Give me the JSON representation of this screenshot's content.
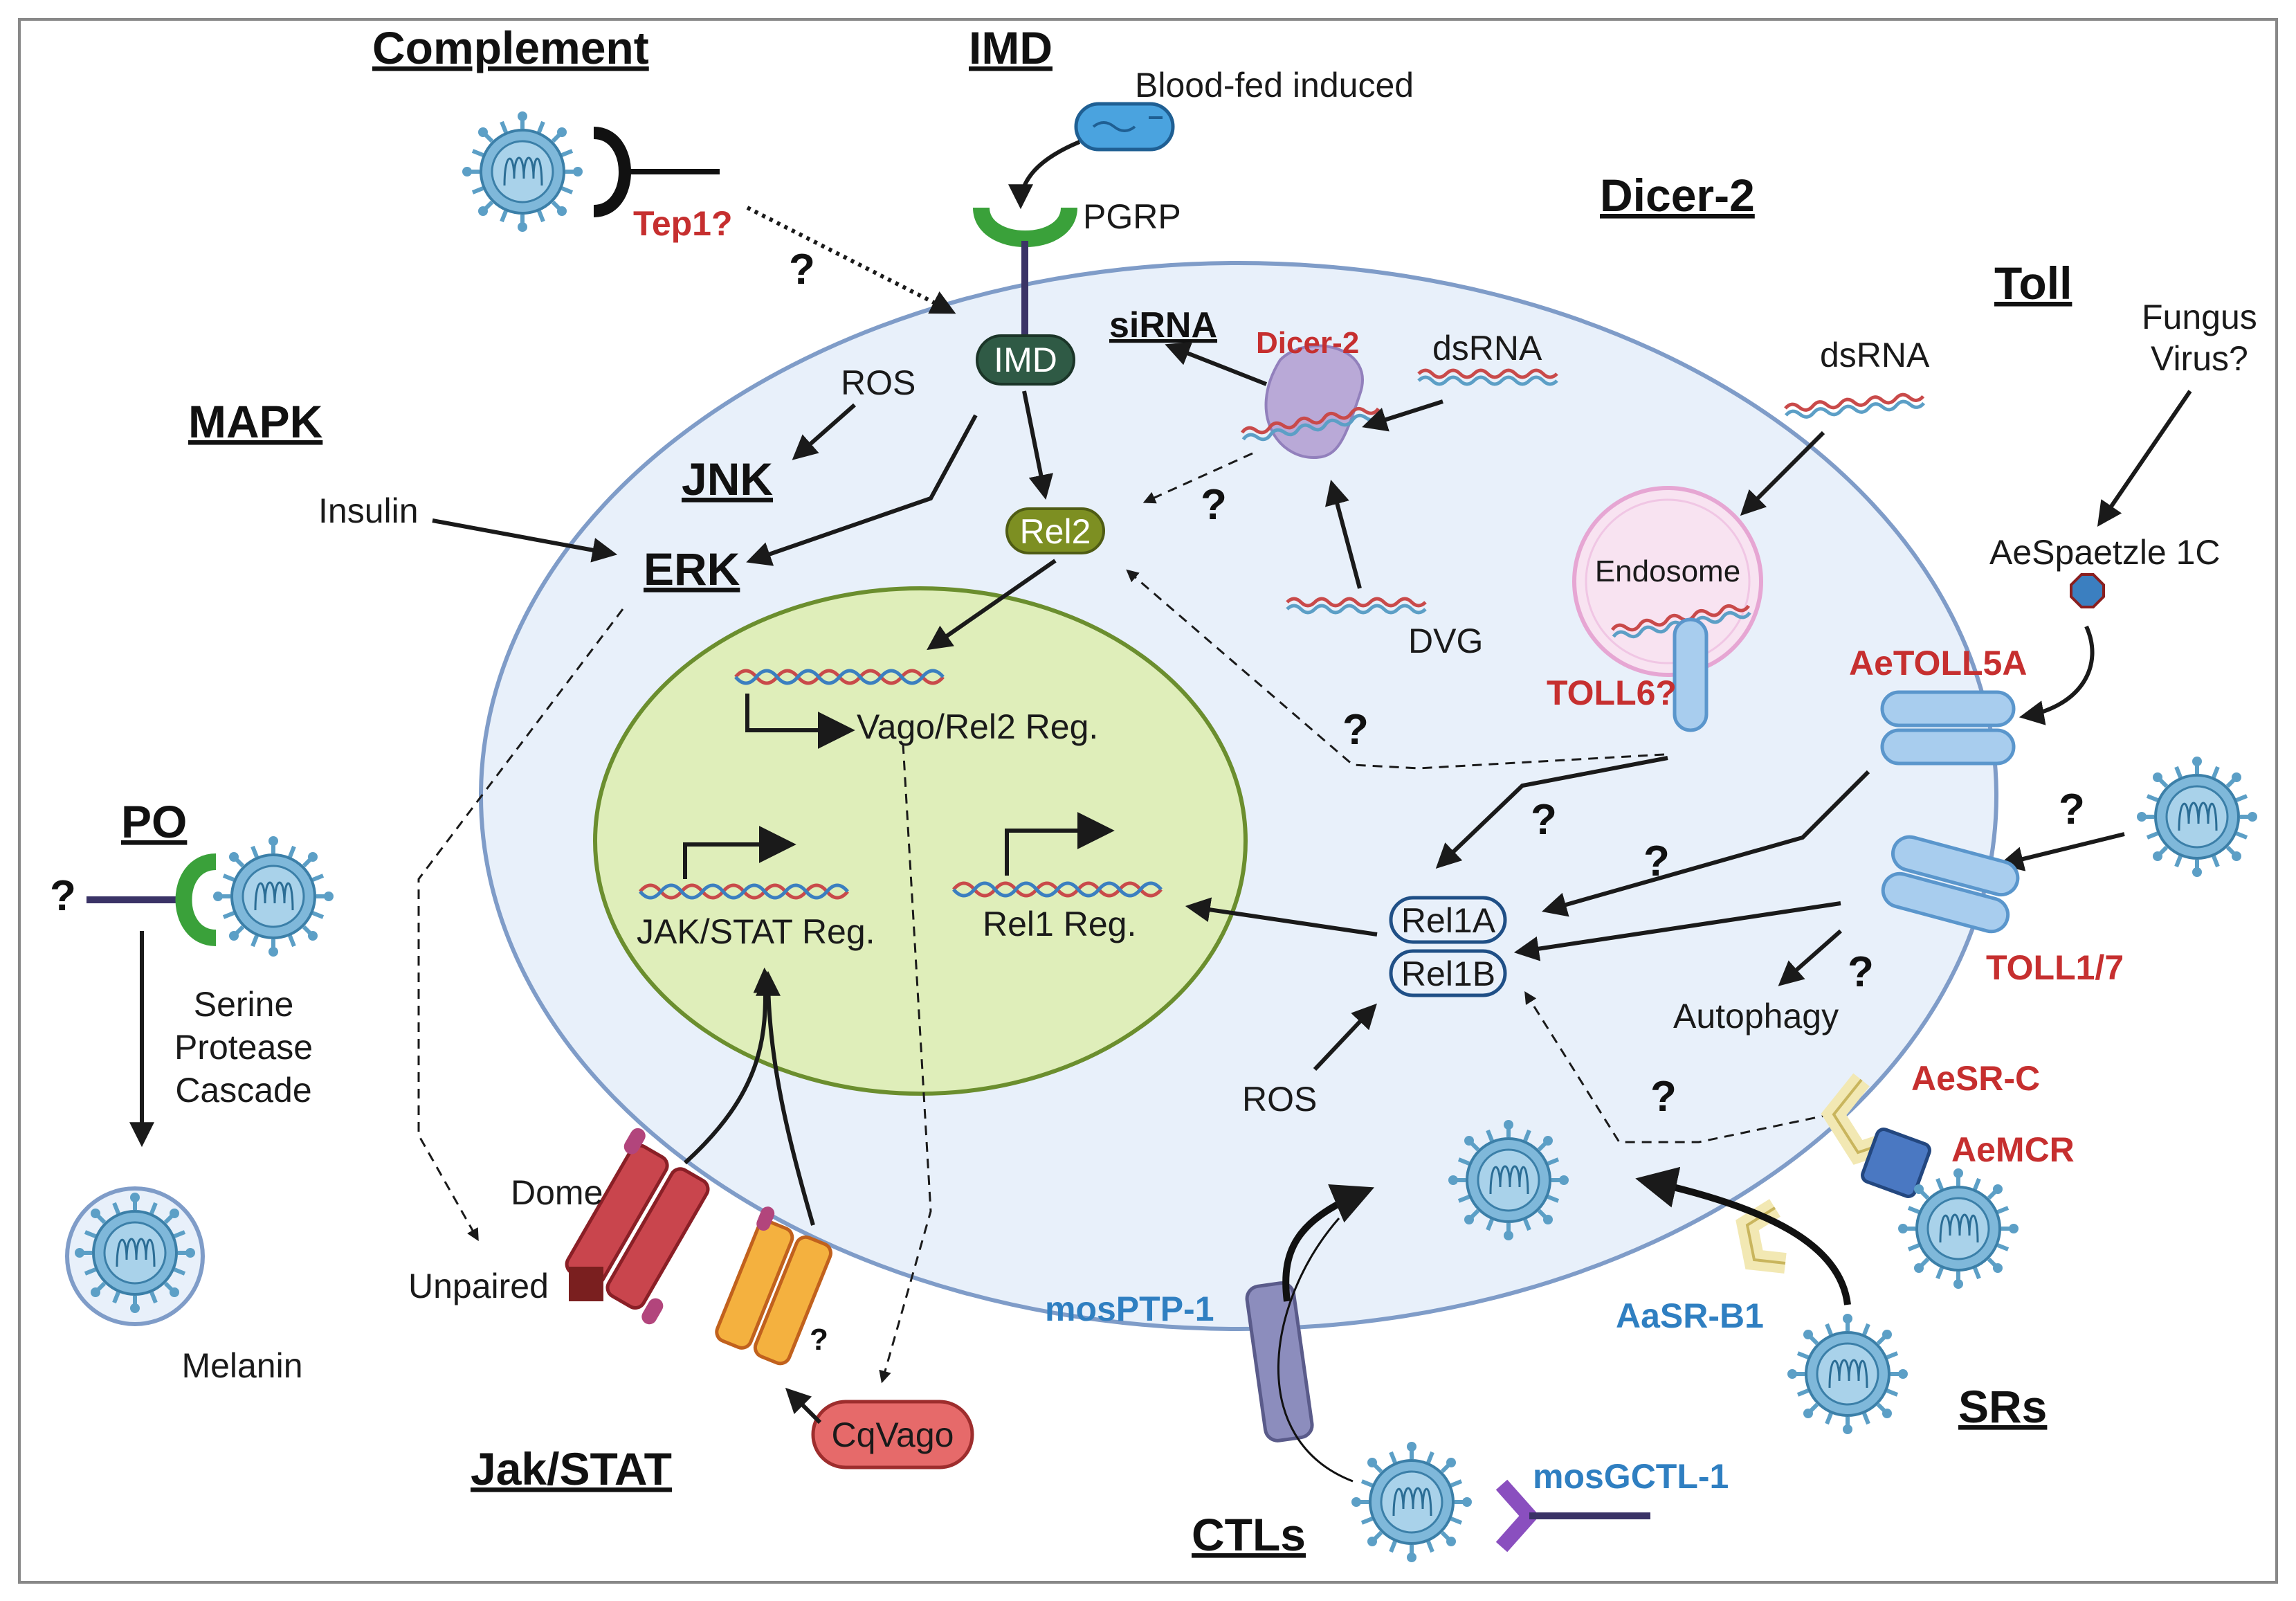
{
  "headings": {
    "complement": "Complement",
    "imd": "IMD",
    "dicer2": "Dicer-2",
    "toll": "Toll",
    "mapk": "MAPK",
    "jnk": "JNK",
    "erk": "ERK",
    "po": "PO",
    "jakstat": "Jak/STAT",
    "ctls": "CTLs",
    "srs": "SRs",
    "sirna": "siRNA"
  },
  "labels": {
    "blood_fed": "Blood-fed induced",
    "pgrp": "PGRP",
    "imd_node": "IMD",
    "ros_top": "ROS",
    "ros_bottom": "ROS",
    "insulin": "Insulin",
    "rel2": "Rel2",
    "dsrna_dicer": "dsRNA",
    "dsrna_toll": "dsRNA",
    "dvg": "DVG",
    "endosome": "Endosome",
    "fungus": "Fungus",
    "virus_q": "Virus?",
    "spaetzle": "AeSpaetzle 1C",
    "vago_reg": "Vago/Rel2 Reg.",
    "jak_reg": "JAK/STAT Reg.",
    "rel1_reg": "Rel1 Reg.",
    "rel1a": "Rel1A",
    "rel1b": "Rel1B",
    "autophagy": "Autophagy",
    "dome": "Dome",
    "unpaired": "Unpaired",
    "cqvago": "CqVago",
    "serine1": "Serine",
    "serine2": "Protease",
    "serine3": "Cascade",
    "melanin": "Melanin"
  },
  "red_labels": {
    "tep1": "Tep1?",
    "dicer2_enzyme": "Dicer-2",
    "toll6": "TOLL6?",
    "aetoll5a": "AeTOLL5A",
    "toll17": "TOLL1/7",
    "aesrc": "AeSR-C",
    "aemcr": "AeMCR"
  },
  "blue_labels": {
    "mosptp1": "mosPTP-1",
    "aasrb1": "AaSR-B1",
    "mosgctl1": "mosGCTL-1"
  },
  "question_mark": "?",
  "colors": {
    "cell_fill": "#e8f0fa",
    "cell_stroke": "#7f9cc8",
    "nucleus_fill": "#dfeeba",
    "nucleus_stroke": "#6b8e2e",
    "imd_node": "#2f5a45",
    "rel2_node": "#7d8f22",
    "dicer_fill": "#b7a6d6",
    "virus": "#5c9fc6",
    "label_red": "#c62f2f",
    "label_blue": "#2f7fc1"
  }
}
